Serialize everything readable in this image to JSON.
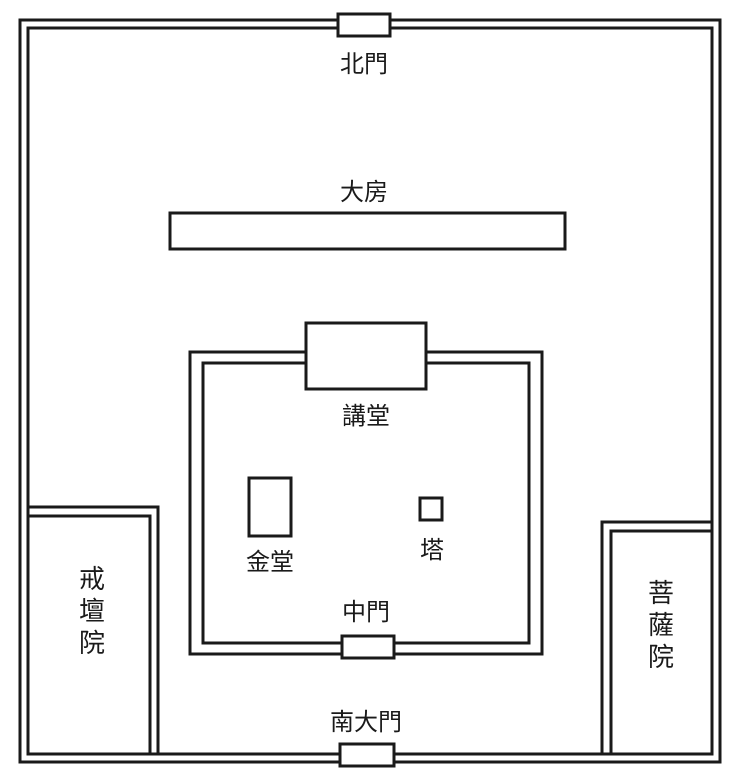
{
  "labels": {
    "north_gate": "北門",
    "dormitory": "大房",
    "lecture_hall": "講堂",
    "golden_hall": "金堂",
    "pagoda": "塔",
    "middle_gate": "中門",
    "south_gate": "南大門",
    "ordination_hall": "戒壇院",
    "bodhisattva_hall": "菩薩院"
  }
}
